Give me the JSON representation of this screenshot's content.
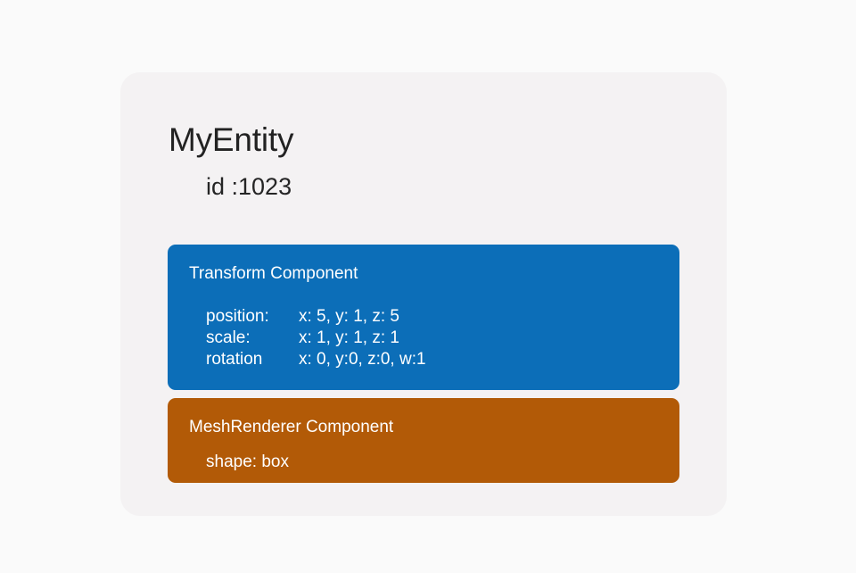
{
  "colors": {
    "page_background": "#fafafa",
    "card_background": "#f4f2f3",
    "transform_component": "#0c6eb8",
    "meshrenderer_component": "#b25a07",
    "title_text": "#222222",
    "component_text": "#ffffff"
  },
  "entity": {
    "name": "MyEntity",
    "id_label": "id :1023"
  },
  "components": [
    {
      "key": "transform",
      "title": "Transform Component",
      "color": "#0c6eb8",
      "properties": [
        {
          "key": "position:",
          "value": "x: 5, y: 1, z: 5"
        },
        {
          "key": "scale:",
          "value": "x: 1, y: 1, z: 1"
        },
        {
          "key": "rotation",
          "value": "x: 0, y:0, z:0, w:1"
        }
      ]
    },
    {
      "key": "meshrenderer",
      "title": "MeshRenderer Component",
      "color": "#b25a07",
      "properties": [
        {
          "key": "shape: box",
          "value": ""
        }
      ]
    }
  ]
}
